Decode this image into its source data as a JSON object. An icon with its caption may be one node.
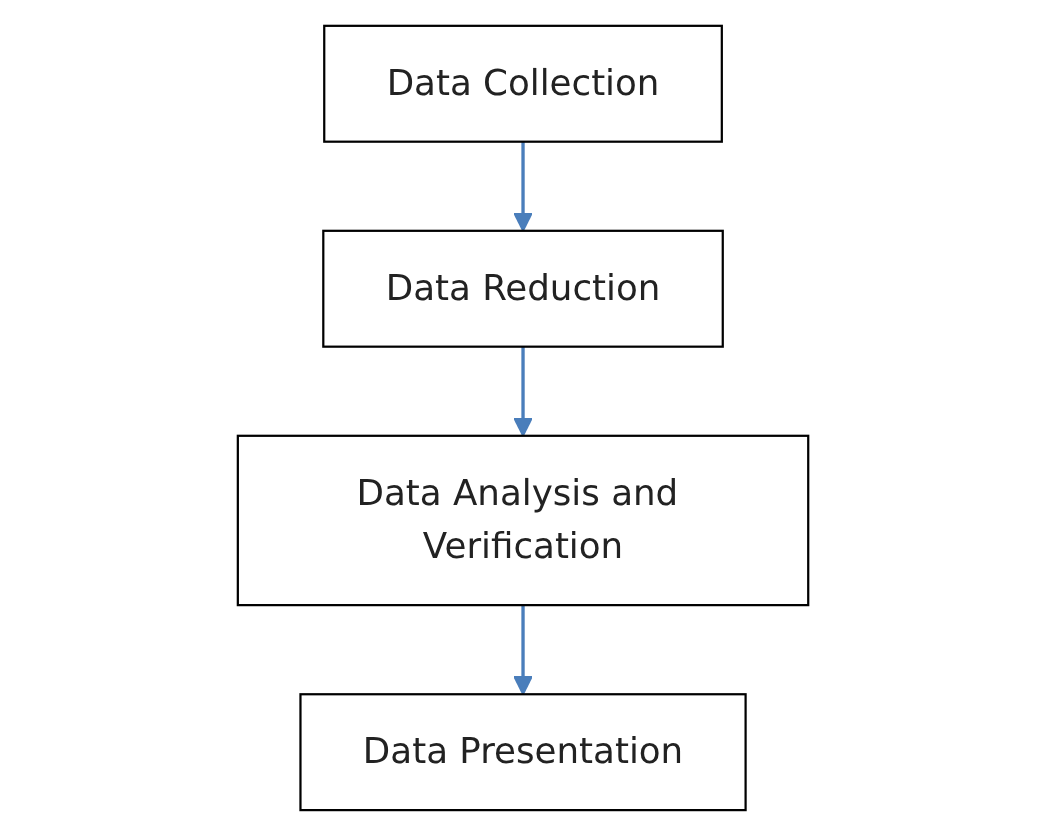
{
  "diagram": {
    "nodes": [
      {
        "text": [
          "Data Collection"
        ]
      },
      {
        "text": [
          "Data Reduction"
        ]
      },
      {
        "text": [
          "Data Analysis and Verification"
        ]
      },
      {
        "text": [
          "Data Presentation"
        ]
      }
    ],
    "edges": [
      {
        "from": 0,
        "to": 1,
        "arrow": "to"
      },
      {
        "from": 1,
        "to": 2,
        "arrow": "to"
      },
      {
        "from": 2,
        "to": 3,
        "arrow": "to"
      }
    ]
  }
}
